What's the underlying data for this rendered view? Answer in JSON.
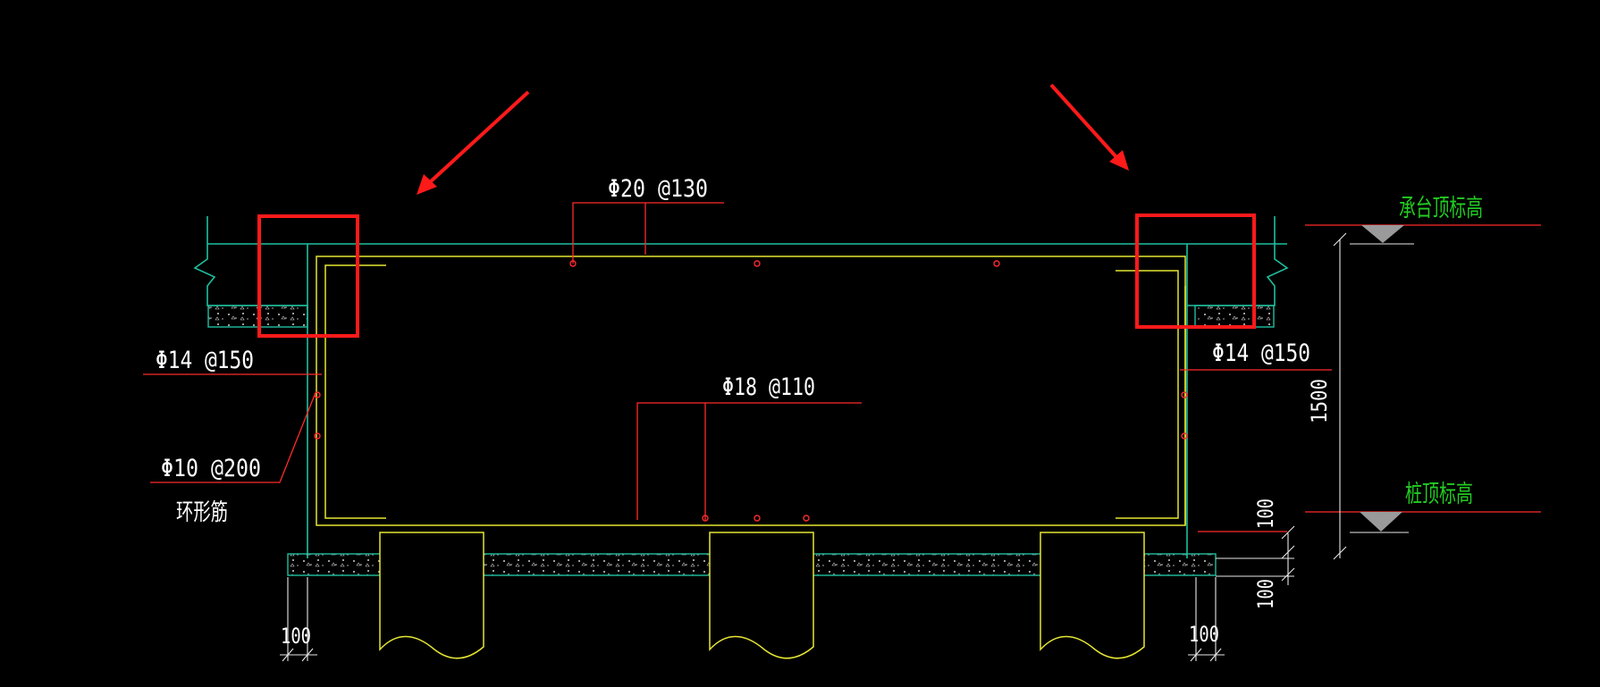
{
  "colors": {
    "background": "#000000",
    "concrete_outline": "#1fbf9f",
    "rebar": "#e6e633",
    "leader": "#ff2a2a",
    "dimension": "#e8e8e8",
    "elevation_label": "#22cc22",
    "elevation_marker": "#9a9a9a",
    "highlight": "#ff1a1a"
  },
  "annotations": {
    "top_rebar": "Φ20 @130",
    "bottom_rebar": "Φ18 @110",
    "left_side_rebar": "Φ14 @150",
    "right_side_rebar": "Φ14 @150",
    "ring_rebar": "Φ10 @200",
    "ring_rebar_note": "环形筋"
  },
  "elevations": {
    "cap_top": "承台顶标高",
    "pile_top": "桩顶标高"
  },
  "dimensions": {
    "cap_height": "1500",
    "cushion_thickness_top": "100",
    "cushion_thickness_bottom": "100",
    "left_edge_offset": "100",
    "right_edge_offset": "100"
  },
  "callouts": {
    "box_count": 2,
    "arrow_count": 2
  }
}
